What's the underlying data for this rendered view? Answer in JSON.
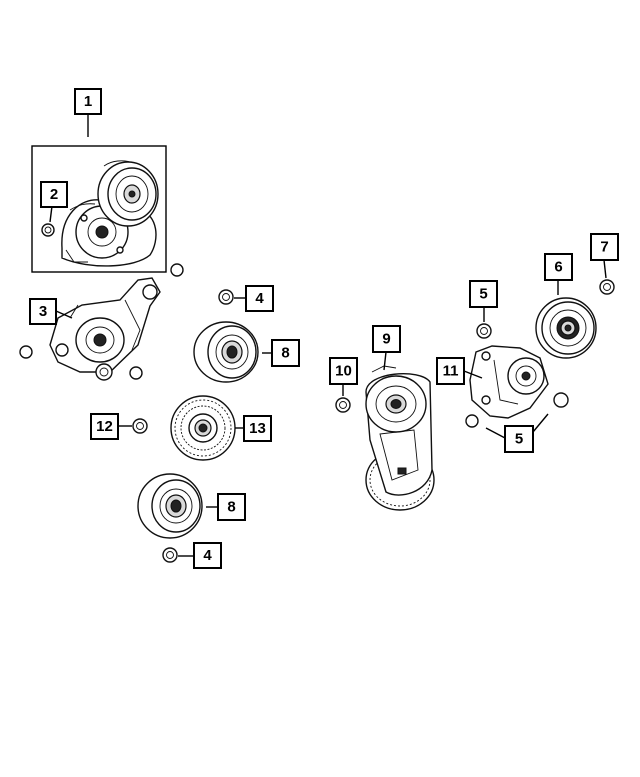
{
  "diagram": {
    "callouts": [
      {
        "id": "c1",
        "label": "1"
      },
      {
        "id": "c2",
        "label": "2"
      },
      {
        "id": "c3",
        "label": "3"
      },
      {
        "id": "c4a",
        "label": "4"
      },
      {
        "id": "c4b",
        "label": "4"
      },
      {
        "id": "c5a",
        "label": "5"
      },
      {
        "id": "c5b",
        "label": "5"
      },
      {
        "id": "c6",
        "label": "6"
      },
      {
        "id": "c7",
        "label": "7"
      },
      {
        "id": "c8a",
        "label": "8"
      },
      {
        "id": "c8b",
        "label": "8"
      },
      {
        "id": "c9",
        "label": "9"
      },
      {
        "id": "c10",
        "label": "10"
      },
      {
        "id": "c11",
        "label": "11"
      },
      {
        "id": "c12",
        "label": "12"
      },
      {
        "id": "c13",
        "label": "13"
      }
    ]
  }
}
